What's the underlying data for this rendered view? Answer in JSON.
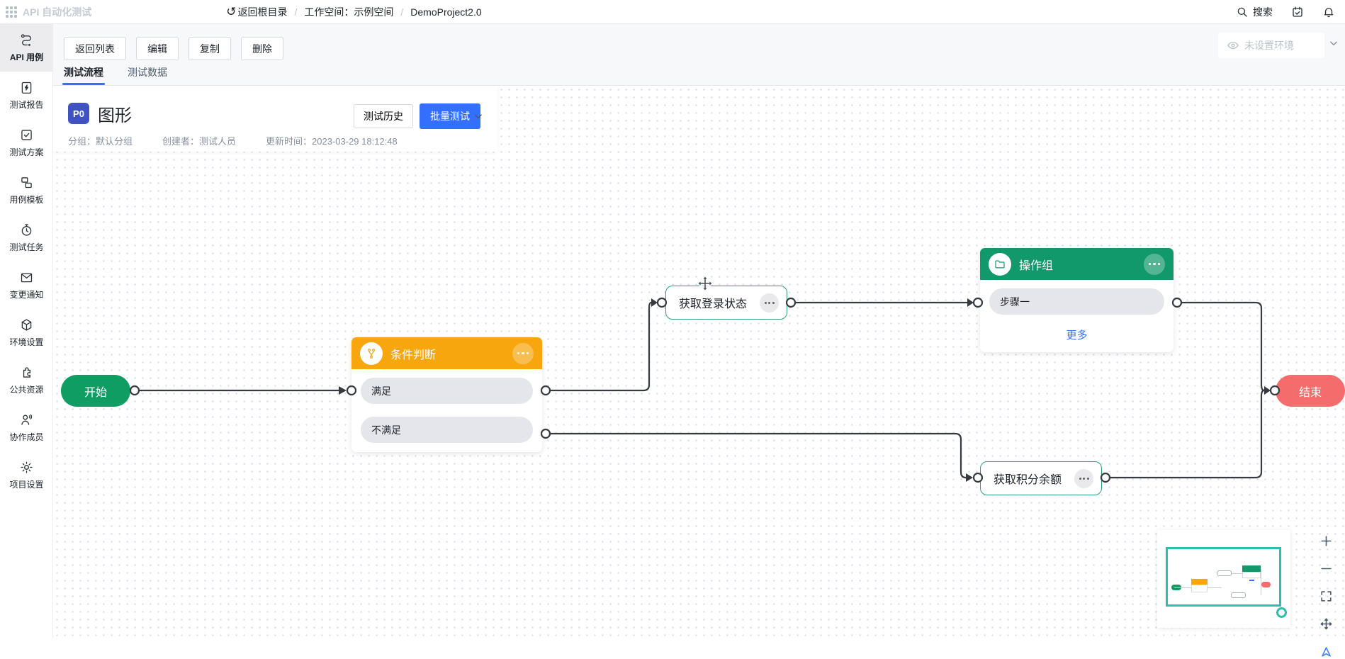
{
  "topbar": {
    "app_title": "API 自动化测试",
    "back_root": "返回根目录",
    "sep": "/",
    "workspace": "工作空间：示例空间",
    "project": "DemoProject2.0",
    "search_label": "搜索"
  },
  "sidebar": {
    "items": [
      {
        "label": "API 用例",
        "icon": "api-case-icon",
        "active": true
      },
      {
        "label": "测试报告",
        "icon": "test-report-icon",
        "active": false
      },
      {
        "label": "测试方案",
        "icon": "test-plan-icon",
        "active": false
      },
      {
        "label": "用例模板",
        "icon": "case-template-icon",
        "active": false
      },
      {
        "label": "测试任务",
        "icon": "test-task-icon",
        "active": false
      },
      {
        "label": "变更通知",
        "icon": "change-notice-icon",
        "active": false
      },
      {
        "label": "环境设置",
        "icon": "env-settings-icon",
        "active": false
      },
      {
        "label": "公共资源",
        "icon": "shared-resource-icon",
        "active": false
      },
      {
        "label": "协作成员",
        "icon": "members-icon",
        "active": false
      },
      {
        "label": "项目设置",
        "icon": "project-settings-icon",
        "active": false
      }
    ]
  },
  "toolbar": {
    "buttons": [
      "返回列表",
      "编辑",
      "复制",
      "删除"
    ],
    "env_label": "未设置环境"
  },
  "tabs": [
    {
      "label": "测试流程",
      "active": true
    },
    {
      "label": "测试数据",
      "active": false
    }
  ],
  "case_card": {
    "priority": "P0",
    "title": "图形",
    "history_btn": "测试历史",
    "batch_btn": "批量测试",
    "meta": {
      "group": "分组：默认分组",
      "creator": "创建者：测试人员",
      "updated": "更新时间：2023-03-29 18:12:48"
    }
  },
  "flow": {
    "start_label": "开始",
    "end_label": "结束",
    "condition": {
      "title": "条件判断",
      "branches": [
        "满足",
        "不满足"
      ]
    },
    "login_label": "获取登录状态",
    "group": {
      "title": "操作组",
      "steps": [
        "步骤一"
      ],
      "more_label": "更多"
    },
    "points_label": "获取积分余额"
  },
  "colors": {
    "accent_blue": "#3370ff",
    "priority_badge": "#3e53c0",
    "start_green": "#0f9d63",
    "group_green": "#12996b",
    "condition_orange": "#f7a60d",
    "end_red": "#f56c6c",
    "node_border_teal": "#2aa17b",
    "minimap_teal": "#2bbfaf",
    "edge_dark": "#363a41"
  }
}
